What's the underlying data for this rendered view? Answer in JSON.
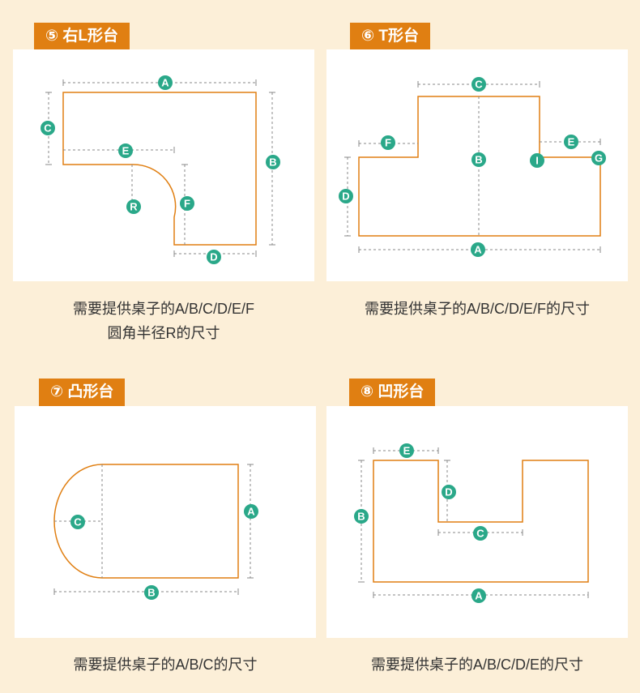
{
  "panels": [
    {
      "tag": "⑤ 右L形台",
      "caption_line1": "需要提供桌子的A/B/C/D/E/F",
      "caption_line2": "圆角半径R的尺寸",
      "labels": {
        "A": "A",
        "B": "B",
        "C": "C",
        "D": "D",
        "E": "E",
        "F": "F",
        "R": "R"
      }
    },
    {
      "tag": "⑥ T形台",
      "caption_line1": "需要提供桌子的A/B/C/D/E/F的尺寸",
      "labels": {
        "A": "A",
        "B": "B",
        "C": "C",
        "D": "D",
        "E": "E",
        "F": "F",
        "G": "G",
        "I": "I"
      }
    },
    {
      "tag": "⑦ 凸形台",
      "caption_line1": "需要提供桌子的A/B/C的尺寸",
      "labels": {
        "A": "A",
        "B": "B",
        "C": "C"
      }
    },
    {
      "tag": "⑧ 凹形台",
      "caption_line1": "需要提供桌子的A/B/C/D/E的尺寸",
      "labels": {
        "A": "A",
        "B": "B",
        "C": "C",
        "D": "D",
        "E": "E"
      }
    }
  ],
  "colors": {
    "accent": "#e07f12",
    "badge": "#2aa889",
    "background": "#fcefd8"
  }
}
